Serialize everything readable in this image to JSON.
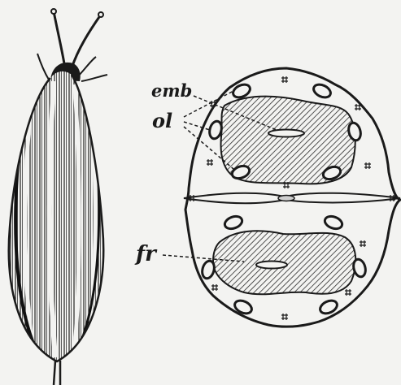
{
  "labels": {
    "emb": "emb",
    "ol": "ol",
    "fr": "fr"
  },
  "colors": {
    "ink": "#1a1a1a",
    "paper": "#f3f3f1"
  }
}
